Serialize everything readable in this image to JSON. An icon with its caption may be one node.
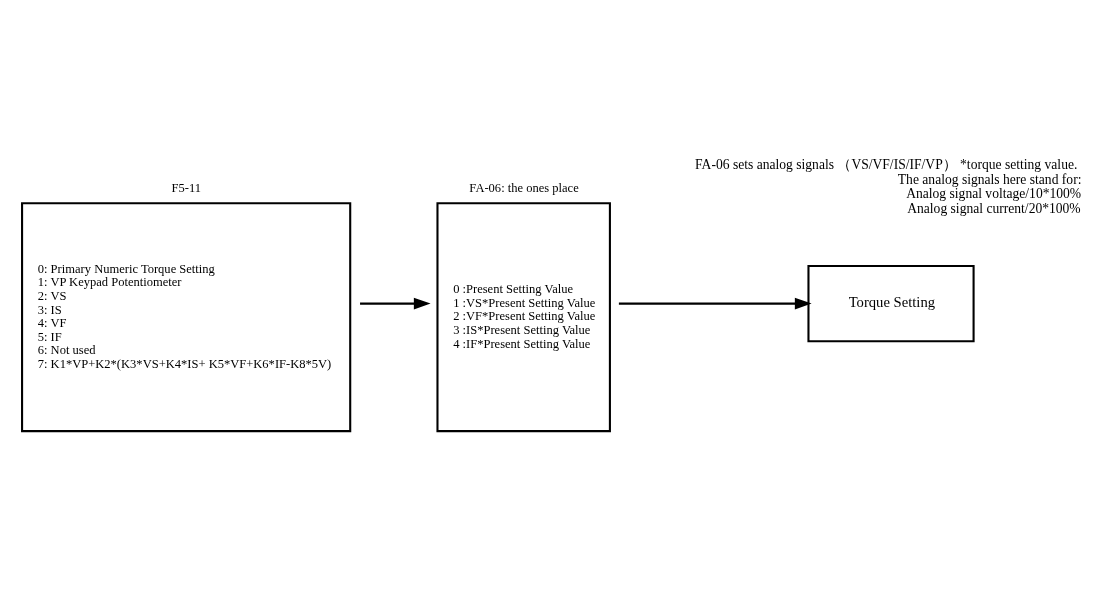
{
  "diagram": {
    "nodes": [
      {
        "text": [
          "F5-11",
          "0: Primary Numeric Torque Setting",
          "1: VP Keypad Potentiometer",
          "2: VS",
          "3: IS",
          "4: VF",
          "5: IF",
          "6: Not used",
          "7: K1*VP+K2*(K3*VS+K4*IS+ K5*VF+K6*IF-K8*5V)"
        ]
      },
      {
        "text": [
          "FA-06: the ones place",
          "0 :Present Setting Value",
          "1 :VS*Present Setting Value",
          "2 :VF*Present Setting Value",
          "3 :IS*Present Setting Value",
          "4 :IF*Present Setting Value"
        ]
      },
      {
        "text": [
          "Torque Setting"
        ]
      }
    ],
    "edges": [
      {
        "from": 0,
        "to": 1,
        "arrow": "to"
      },
      {
        "from": 1,
        "to": 2,
        "arrow": "to"
      }
    ],
    "labels": [
      "FA-06 sets analog signals （VS/VF/IS/IF/VP） *torque setting value.",
      "The analog signals here stand for:",
      "Analog signal voltage/10*100%",
      "Analog signal current/20*100%"
    ]
  }
}
